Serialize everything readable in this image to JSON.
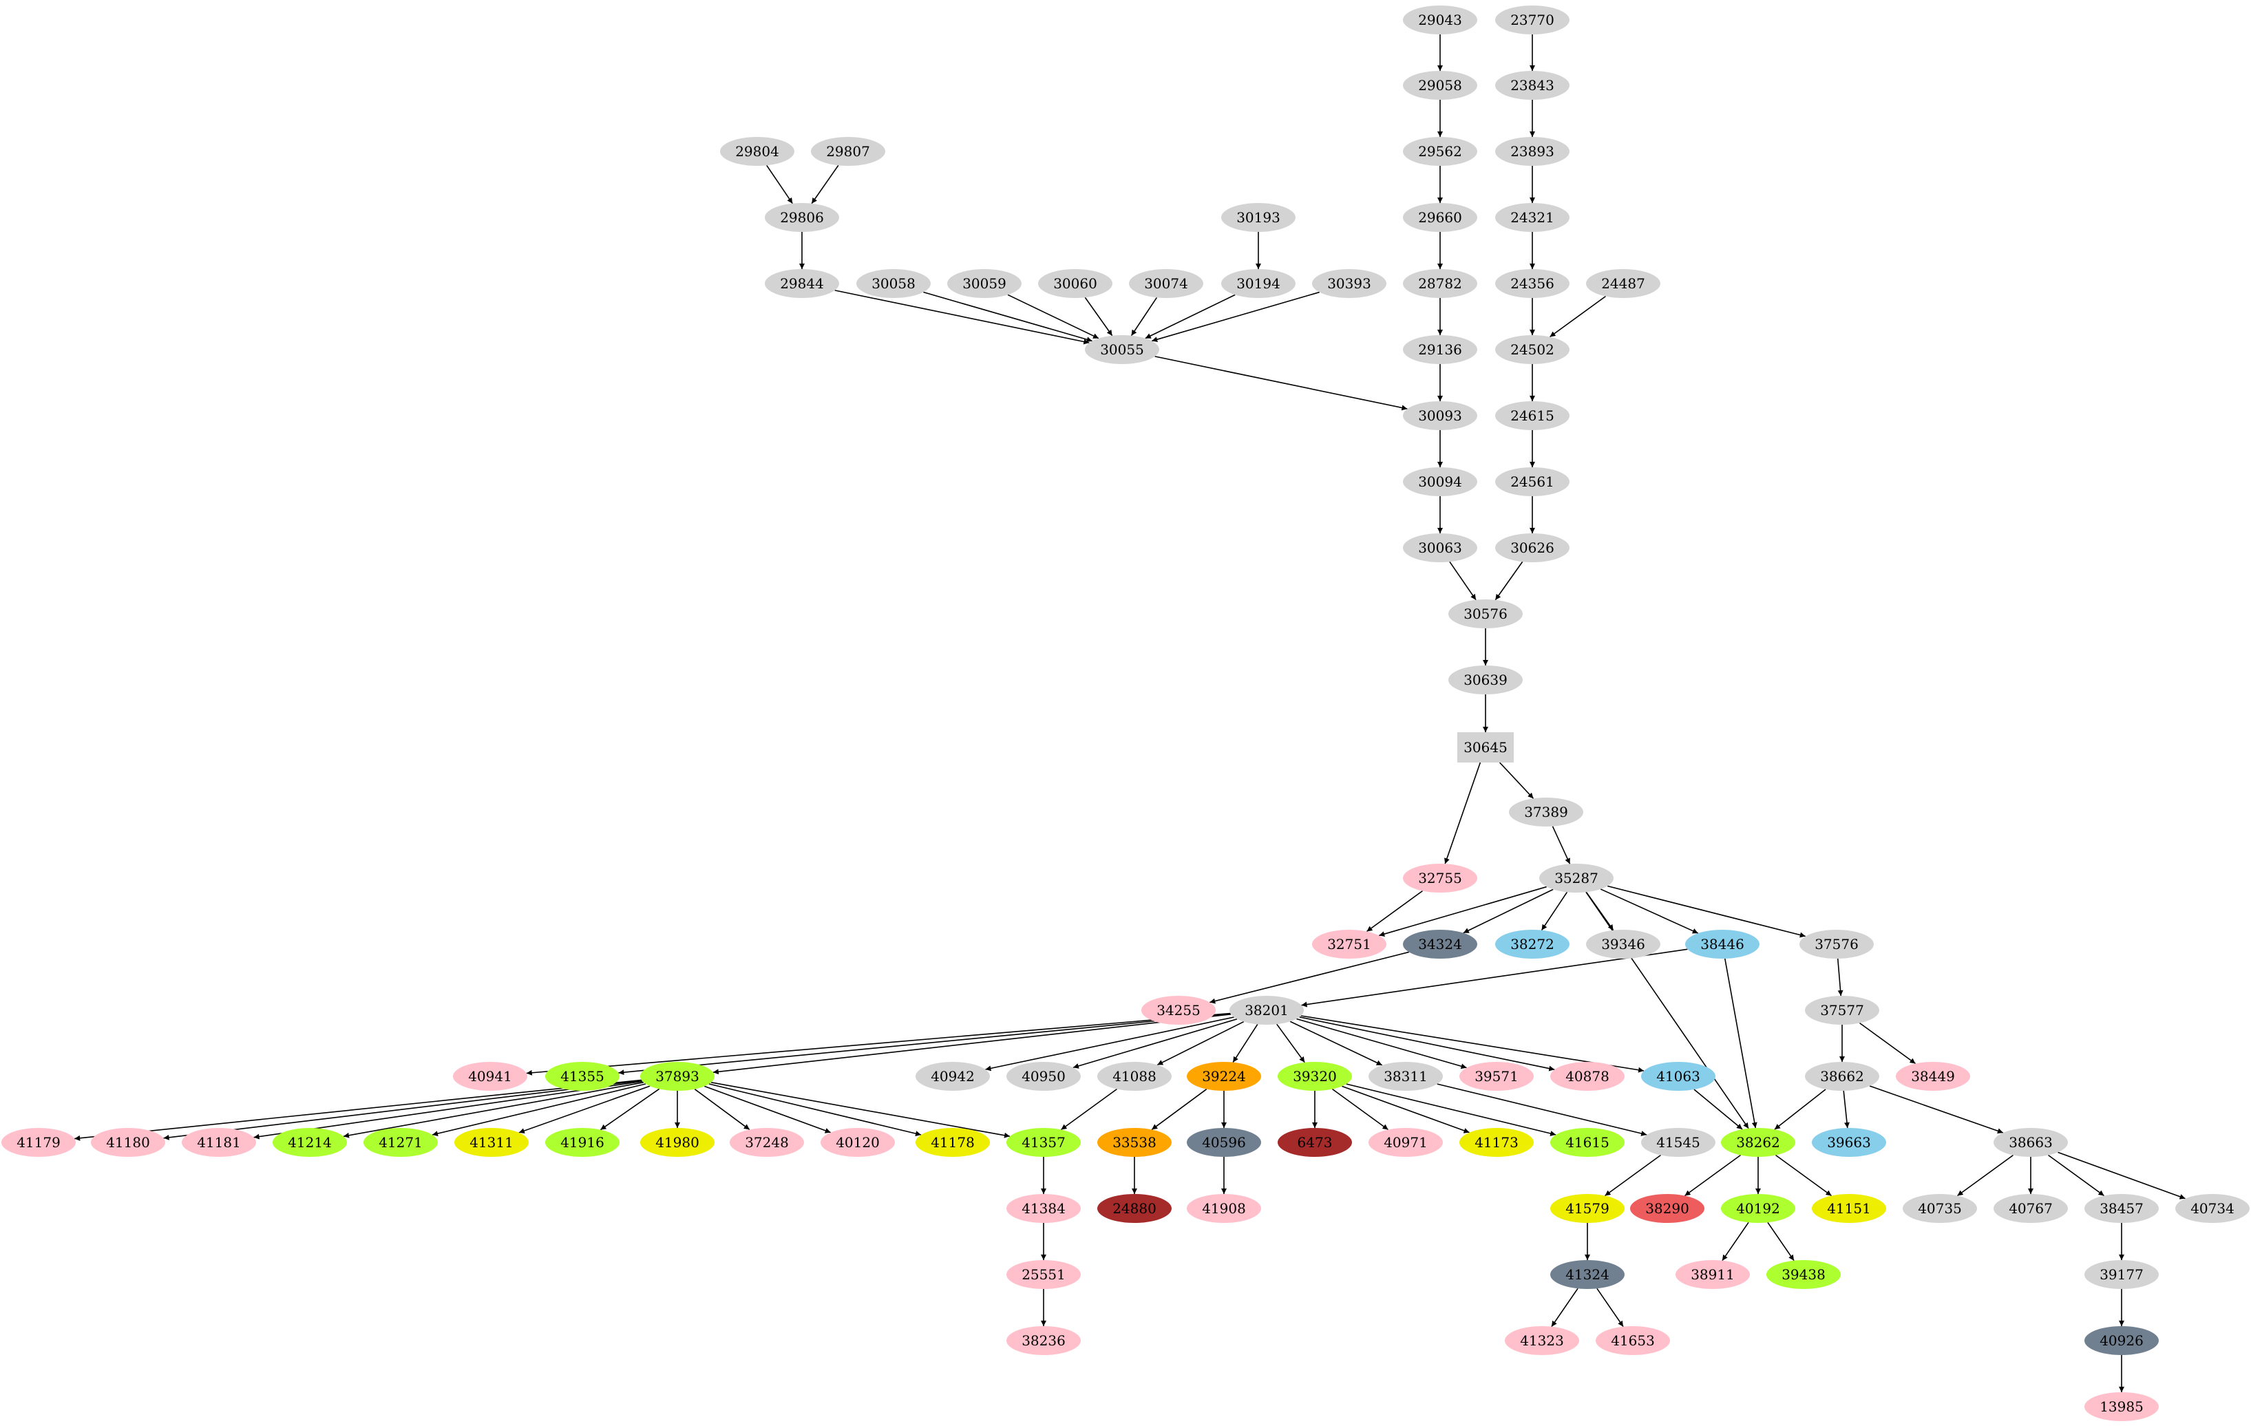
{
  "colors": {
    "default": "#d3d3d3",
    "pink": "#ffc0cb",
    "green": "#adff2f",
    "yellow": "#eeee00",
    "orange": "#ffa500",
    "slate": "#708090",
    "skyblue": "#87ceeb",
    "brown": "#a52a2a",
    "red": "#ee5d5d"
  },
  "nodes": [
    {
      "id": "29043",
      "color": "default"
    },
    {
      "id": "23770",
      "color": "default"
    },
    {
      "id": "29058",
      "color": "default"
    },
    {
      "id": "23843",
      "color": "default"
    },
    {
      "id": "29804",
      "color": "default"
    },
    {
      "id": "29807",
      "color": "default"
    },
    {
      "id": "29562",
      "color": "default"
    },
    {
      "id": "23893",
      "color": "default"
    },
    {
      "id": "29806",
      "color": "default"
    },
    {
      "id": "30193",
      "color": "default"
    },
    {
      "id": "29660",
      "color": "default"
    },
    {
      "id": "24321",
      "color": "default"
    },
    {
      "id": "29844",
      "color": "default"
    },
    {
      "id": "30058",
      "color": "default"
    },
    {
      "id": "30059",
      "color": "default"
    },
    {
      "id": "30060",
      "color": "default"
    },
    {
      "id": "30074",
      "color": "default"
    },
    {
      "id": "30194",
      "color": "default"
    },
    {
      "id": "30393",
      "color": "default"
    },
    {
      "id": "28782",
      "color": "default"
    },
    {
      "id": "24356",
      "color": "default"
    },
    {
      "id": "24487",
      "color": "default"
    },
    {
      "id": "30055",
      "color": "default"
    },
    {
      "id": "29136",
      "color": "default"
    },
    {
      "id": "24502",
      "color": "default"
    },
    {
      "id": "30093",
      "color": "default"
    },
    {
      "id": "24615",
      "color": "default"
    },
    {
      "id": "30094",
      "color": "default"
    },
    {
      "id": "24561",
      "color": "default"
    },
    {
      "id": "30063",
      "color": "default"
    },
    {
      "id": "30626",
      "color": "default"
    },
    {
      "id": "30576",
      "color": "default"
    },
    {
      "id": "30639",
      "color": "default"
    },
    {
      "id": "30645",
      "color": "default",
      "shape": "box"
    },
    {
      "id": "37389",
      "color": "default"
    },
    {
      "id": "32755",
      "color": "pink"
    },
    {
      "id": "35287",
      "color": "default"
    },
    {
      "id": "32751",
      "color": "pink"
    },
    {
      "id": "34324",
      "color": "slate"
    },
    {
      "id": "38272",
      "color": "skyblue"
    },
    {
      "id": "39346",
      "color": "default"
    },
    {
      "id": "38446",
      "color": "skyblue"
    },
    {
      "id": "37576",
      "color": "default"
    },
    {
      "id": "34255",
      "color": "pink"
    },
    {
      "id": "38201",
      "color": "default"
    },
    {
      "id": "37577",
      "color": "default"
    },
    {
      "id": "40941",
      "color": "pink"
    },
    {
      "id": "41355",
      "color": "green"
    },
    {
      "id": "37893",
      "color": "green"
    },
    {
      "id": "40942",
      "color": "default"
    },
    {
      "id": "40950",
      "color": "default"
    },
    {
      "id": "41088",
      "color": "default"
    },
    {
      "id": "39224",
      "color": "orange"
    },
    {
      "id": "39320",
      "color": "green"
    },
    {
      "id": "38311",
      "color": "default"
    },
    {
      "id": "39571",
      "color": "pink"
    },
    {
      "id": "40878",
      "color": "pink"
    },
    {
      "id": "41063",
      "color": "skyblue"
    },
    {
      "id": "38662",
      "color": "default"
    },
    {
      "id": "38449",
      "color": "pink"
    },
    {
      "id": "41179",
      "color": "pink"
    },
    {
      "id": "41180",
      "color": "pink"
    },
    {
      "id": "41181",
      "color": "pink"
    },
    {
      "id": "41214",
      "color": "green"
    },
    {
      "id": "41271",
      "color": "green"
    },
    {
      "id": "41311",
      "color": "yellow"
    },
    {
      "id": "41916",
      "color": "green"
    },
    {
      "id": "41980",
      "color": "yellow"
    },
    {
      "id": "37248",
      "color": "pink"
    },
    {
      "id": "40120",
      "color": "pink"
    },
    {
      "id": "41178",
      "color": "yellow"
    },
    {
      "id": "41357",
      "color": "green"
    },
    {
      "id": "33538",
      "color": "orange"
    },
    {
      "id": "40596",
      "color": "slate"
    },
    {
      "id": "6473",
      "color": "brown"
    },
    {
      "id": "40971",
      "color": "pink"
    },
    {
      "id": "41173",
      "color": "yellow"
    },
    {
      "id": "41615",
      "color": "green"
    },
    {
      "id": "41545",
      "color": "default"
    },
    {
      "id": "38262",
      "color": "green"
    },
    {
      "id": "39663",
      "color": "skyblue"
    },
    {
      "id": "38663",
      "color": "default"
    },
    {
      "id": "41384",
      "color": "pink"
    },
    {
      "id": "24880",
      "color": "brown"
    },
    {
      "id": "41908",
      "color": "pink"
    },
    {
      "id": "41579",
      "color": "yellow"
    },
    {
      "id": "38290",
      "color": "red"
    },
    {
      "id": "40192",
      "color": "green"
    },
    {
      "id": "41151",
      "color": "yellow"
    },
    {
      "id": "40735",
      "color": "default"
    },
    {
      "id": "40767",
      "color": "default"
    },
    {
      "id": "38457",
      "color": "default"
    },
    {
      "id": "40734",
      "color": "default"
    },
    {
      "id": "25551",
      "color": "pink"
    },
    {
      "id": "41324",
      "color": "slate"
    },
    {
      "id": "38911",
      "color": "pink"
    },
    {
      "id": "39438",
      "color": "green"
    },
    {
      "id": "39177",
      "color": "default"
    },
    {
      "id": "38236",
      "color": "pink"
    },
    {
      "id": "41323",
      "color": "pink"
    },
    {
      "id": "41653",
      "color": "pink"
    },
    {
      "id": "40926",
      "color": "slate"
    },
    {
      "id": "13985",
      "color": "pink"
    }
  ],
  "edges": [
    [
      "29043",
      "29058"
    ],
    [
      "29058",
      "29562"
    ],
    [
      "29562",
      "29660"
    ],
    [
      "29660",
      "28782"
    ],
    [
      "28782",
      "29136"
    ],
    [
      "29136",
      "30093"
    ],
    [
      "23770",
      "23843"
    ],
    [
      "23843",
      "23893"
    ],
    [
      "23893",
      "24321"
    ],
    [
      "24321",
      "24356"
    ],
    [
      "24356",
      "24502"
    ],
    [
      "24487",
      "24502"
    ],
    [
      "24502",
      "24615"
    ],
    [
      "24615",
      "24561"
    ],
    [
      "24561",
      "30626"
    ],
    [
      "30626",
      "30576"
    ],
    [
      "29804",
      "29806"
    ],
    [
      "29807",
      "29806"
    ],
    [
      "29806",
      "29844"
    ],
    [
      "30193",
      "30194"
    ],
    [
      "29844",
      "30055"
    ],
    [
      "30058",
      "30055"
    ],
    [
      "30059",
      "30055"
    ],
    [
      "30060",
      "30055"
    ],
    [
      "30074",
      "30055"
    ],
    [
      "30194",
      "30055"
    ],
    [
      "30393",
      "30055"
    ],
    [
      "30055",
      "30093"
    ],
    [
      "30093",
      "30094"
    ],
    [
      "30094",
      "30063"
    ],
    [
      "30063",
      "30576"
    ],
    [
      "30576",
      "30639"
    ],
    [
      "30639",
      "30645"
    ],
    [
      "30645",
      "32755"
    ],
    [
      "30645",
      "37389"
    ],
    [
      "37389",
      "35287"
    ],
    [
      "32755",
      "32751"
    ],
    [
      "35287",
      "32751"
    ],
    [
      "35287",
      "34324"
    ],
    [
      "35287",
      "38272"
    ],
    [
      "35287",
      "39346"
    ],
    [
      "35287",
      "38446"
    ],
    [
      "35287",
      "37576"
    ],
    [
      "35287",
      "38262"
    ],
    [
      "34324",
      "34255"
    ],
    [
      "38446",
      "38201"
    ],
    [
      "38446",
      "38262"
    ],
    [
      "37576",
      "37577"
    ],
    [
      "37577",
      "38662"
    ],
    [
      "37577",
      "38449"
    ],
    [
      "38201",
      "40941"
    ],
    [
      "38201",
      "41355"
    ],
    [
      "38201",
      "37893"
    ],
    [
      "38201",
      "40942"
    ],
    [
      "38201",
      "40950"
    ],
    [
      "38201",
      "41088"
    ],
    [
      "38201",
      "39224"
    ],
    [
      "38201",
      "39320"
    ],
    [
      "38201",
      "38311"
    ],
    [
      "38201",
      "39571"
    ],
    [
      "38201",
      "40878"
    ],
    [
      "38201",
      "41063"
    ],
    [
      "37893",
      "41179"
    ],
    [
      "37893",
      "41180"
    ],
    [
      "37893",
      "41181"
    ],
    [
      "37893",
      "41214"
    ],
    [
      "37893",
      "41271"
    ],
    [
      "37893",
      "41311"
    ],
    [
      "37893",
      "41916"
    ],
    [
      "37893",
      "41980"
    ],
    [
      "37893",
      "37248"
    ],
    [
      "37893",
      "40120"
    ],
    [
      "37893",
      "41178"
    ],
    [
      "37893",
      "41357"
    ],
    [
      "41088",
      "41357"
    ],
    [
      "39224",
      "33538"
    ],
    [
      "39224",
      "40596"
    ],
    [
      "39320",
      "6473"
    ],
    [
      "39320",
      "40971"
    ],
    [
      "39320",
      "41173"
    ],
    [
      "39320",
      "41615"
    ],
    [
      "38311",
      "41545"
    ],
    [
      "41063",
      "38262"
    ],
    [
      "38662",
      "38262"
    ],
    [
      "38662",
      "39663"
    ],
    [
      "38662",
      "38663"
    ],
    [
      "41357",
      "41384"
    ],
    [
      "41384",
      "25551"
    ],
    [
      "25551",
      "38236"
    ],
    [
      "33538",
      "24880"
    ],
    [
      "40596",
      "41908"
    ],
    [
      "41545",
      "41579"
    ],
    [
      "41579",
      "41324"
    ],
    [
      "41324",
      "41323"
    ],
    [
      "41324",
      "41653"
    ],
    [
      "38262",
      "38290"
    ],
    [
      "38262",
      "40192"
    ],
    [
      "38262",
      "41151"
    ],
    [
      "40192",
      "38911"
    ],
    [
      "40192",
      "39438"
    ],
    [
      "38663",
      "40735"
    ],
    [
      "38663",
      "40767"
    ],
    [
      "38663",
      "38457"
    ],
    [
      "38663",
      "40734"
    ],
    [
      "38457",
      "39177"
    ],
    [
      "39177",
      "40926"
    ],
    [
      "40926",
      "13985"
    ]
  ]
}
